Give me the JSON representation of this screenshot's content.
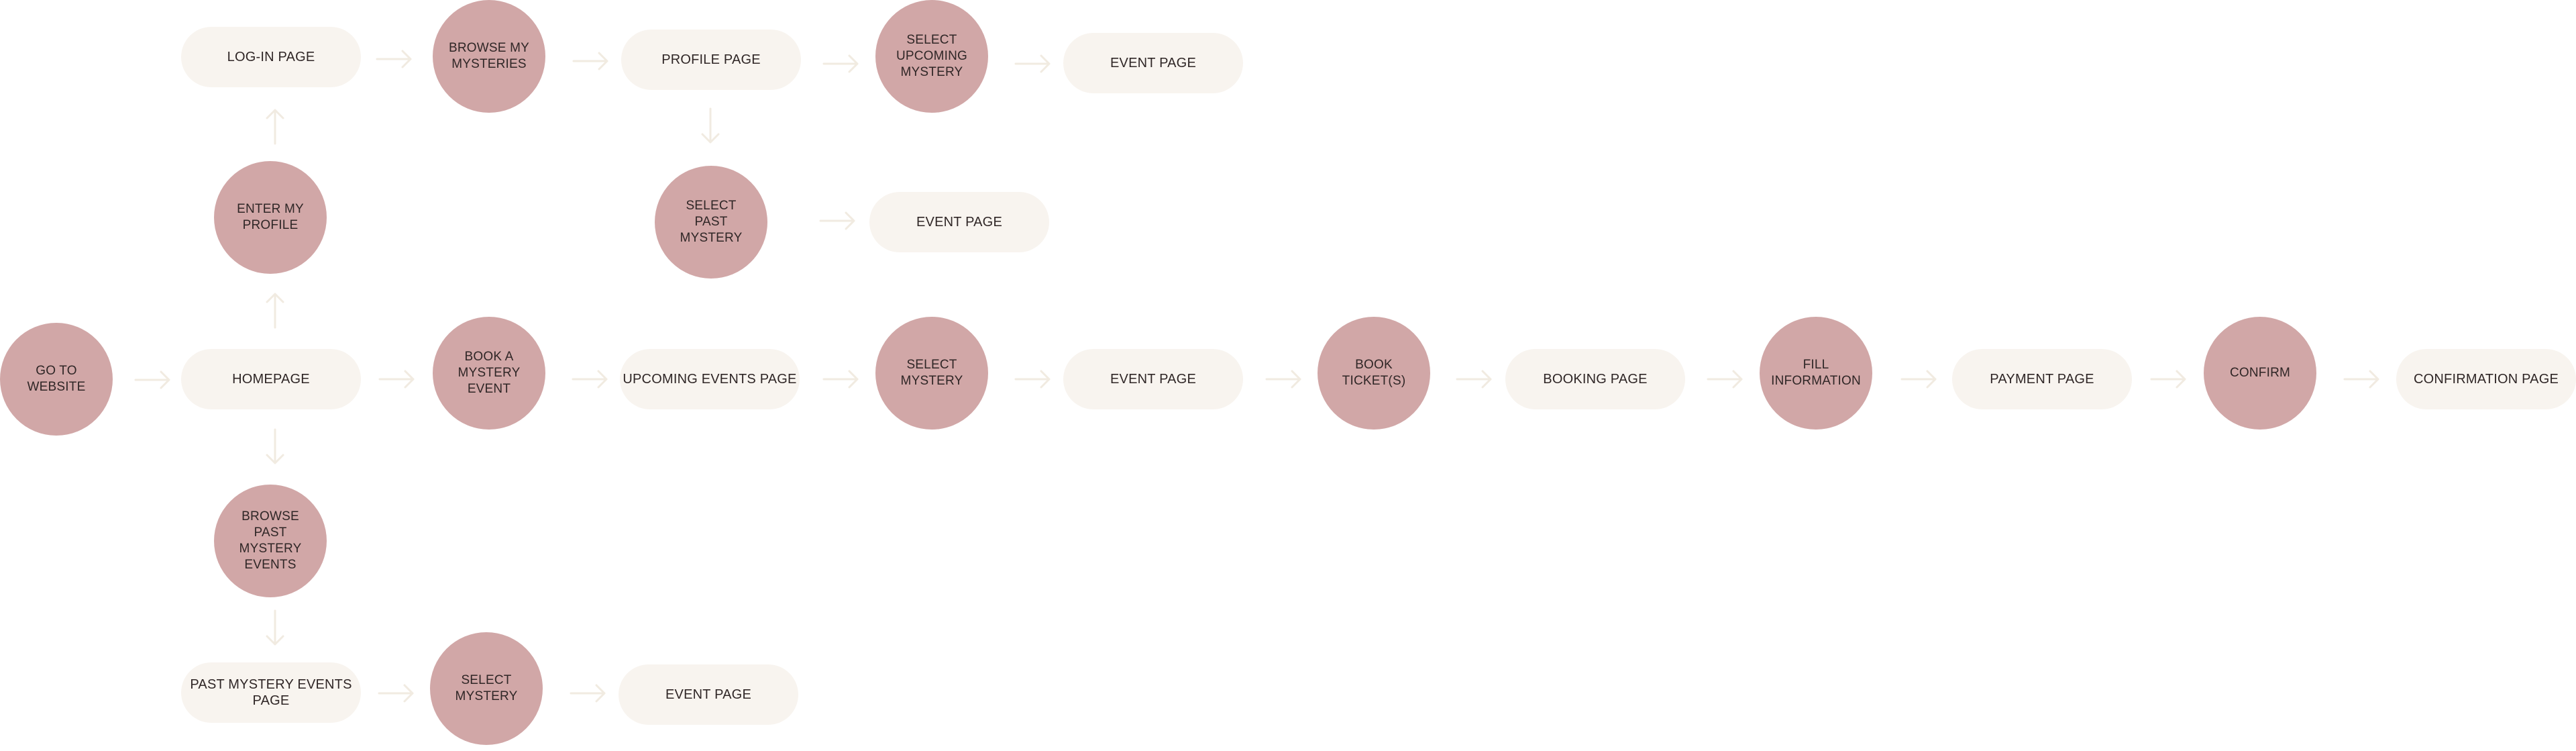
{
  "diagram": {
    "colors": {
      "step_circle": "#d1a7a7",
      "page_pill": "#f8f4ef",
      "arrow": "#f1ebe1",
      "text": "#2f2626"
    },
    "nodes": {
      "go_to_website": "GO TO\nWEBSITE",
      "homepage": "HOMEPAGE",
      "enter_my_profile": "ENTER MY\nPROFILE",
      "log_in_page": "LOG-IN PAGE",
      "browse_my_mysteries": "BROWSE MY\nMYSTERIES",
      "profile_page": "PROFILE PAGE",
      "select_upcoming_mystery": "SELECT\nUPCOMING\nMYSTERY",
      "event_page_upcoming_profile": "EVENT PAGE",
      "select_past_mystery": "SELECT\nPAST MYSTERY",
      "event_page_past_profile": "EVENT PAGE",
      "book_a_mystery_event": "BOOK A\nMYSTERY\nEVENT",
      "upcoming_events_page": "UPCOMING EVENTS PAGE",
      "select_mystery_booking": "SELECT\nMYSTERY",
      "event_page_booking": "EVENT PAGE",
      "book_tickets": "BOOK\nTICKET(S)",
      "booking_page": "BOOKING PAGE",
      "fill_information": "FILL\nINFORMATION",
      "payment_page": "PAYMENT PAGE",
      "confirm": "CONFIRM",
      "confirmation_page": "CONFIRMATION PAGE",
      "browse_past_mystery_events": "BROWSE\nPAST MYSTERY\nEVENTS",
      "past_mystery_events_page": "PAST MYSTERY EVENTS PAGE",
      "select_mystery_past": "SELECT\nMYSTERY",
      "event_page_past_events": "EVENT PAGE"
    },
    "edges": [
      {
        "from": "go_to_website",
        "to": "homepage",
        "dir": "right"
      },
      {
        "from": "homepage",
        "to": "enter_my_profile",
        "dir": "up"
      },
      {
        "from": "enter_my_profile",
        "to": "log_in_page",
        "dir": "up"
      },
      {
        "from": "log_in_page",
        "to": "browse_my_mysteries",
        "dir": "right"
      },
      {
        "from": "browse_my_mysteries",
        "to": "profile_page",
        "dir": "right"
      },
      {
        "from": "profile_page",
        "to": "select_upcoming_mystery",
        "dir": "right"
      },
      {
        "from": "select_upcoming_mystery",
        "to": "event_page_upcoming_profile",
        "dir": "right"
      },
      {
        "from": "profile_page",
        "to": "select_past_mystery",
        "dir": "down"
      },
      {
        "from": "select_past_mystery",
        "to": "event_page_past_profile",
        "dir": "right"
      },
      {
        "from": "homepage",
        "to": "book_a_mystery_event",
        "dir": "right"
      },
      {
        "from": "book_a_mystery_event",
        "to": "upcoming_events_page",
        "dir": "right"
      },
      {
        "from": "upcoming_events_page",
        "to": "select_mystery_booking",
        "dir": "right"
      },
      {
        "from": "select_mystery_booking",
        "to": "event_page_booking",
        "dir": "right"
      },
      {
        "from": "event_page_booking",
        "to": "book_tickets",
        "dir": "right"
      },
      {
        "from": "book_tickets",
        "to": "booking_page",
        "dir": "right"
      },
      {
        "from": "booking_page",
        "to": "fill_information",
        "dir": "right"
      },
      {
        "from": "fill_information",
        "to": "payment_page",
        "dir": "right"
      },
      {
        "from": "payment_page",
        "to": "confirm",
        "dir": "right"
      },
      {
        "from": "confirm",
        "to": "confirmation_page",
        "dir": "right"
      },
      {
        "from": "homepage",
        "to": "browse_past_mystery_events",
        "dir": "down"
      },
      {
        "from": "browse_past_mystery_events",
        "to": "past_mystery_events_page",
        "dir": "down"
      },
      {
        "from": "past_mystery_events_page",
        "to": "select_mystery_past",
        "dir": "right"
      },
      {
        "from": "select_mystery_past",
        "to": "event_page_past_events",
        "dir": "right"
      }
    ]
  }
}
